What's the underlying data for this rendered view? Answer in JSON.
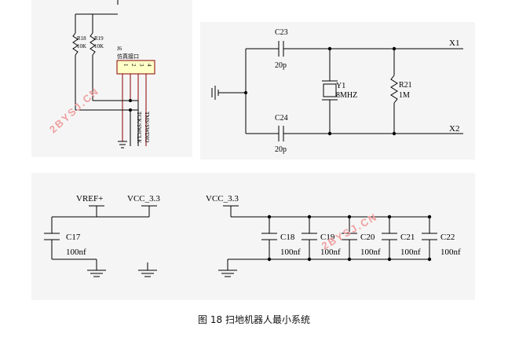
{
  "caption": "图 18 扫地机器人最小系统",
  "watermark": "2BYSJ.CN",
  "crystal_circuit": {
    "net_x1": "X1",
    "net_x2": "X2",
    "c23": {
      "ref": "C23",
      "value": "20p"
    },
    "c24": {
      "ref": "C24",
      "value": "20p"
    },
    "y1": {
      "ref": "Y1",
      "value": "8MHZ"
    },
    "r21": {
      "ref": "R21",
      "value": "1M"
    }
  },
  "debug_header": {
    "r18": {
      "ref": "R18",
      "value": "10K"
    },
    "r19": {
      "ref": "R19",
      "value": "10K"
    },
    "j6": {
      "ref": "J6",
      "label": "仿真接口"
    },
    "pins": [
      "1",
      "2",
      "3",
      "4"
    ],
    "net_tck": "TCK/SWCLK",
    "net_tms": "TMS/SWDIO"
  },
  "vref_circuit": {
    "net_vref": "VREF+",
    "net_vcc": "VCC_3.3",
    "c17": {
      "ref": "C17",
      "value": "100nf"
    }
  },
  "decoupling": {
    "net_vcc": "VCC_3.3",
    "caps": [
      {
        "ref": "C18",
        "value": "100nf"
      },
      {
        "ref": "C19",
        "value": "100nf"
      },
      {
        "ref": "C20",
        "value": "100nf"
      },
      {
        "ref": "C21",
        "value": "100nf"
      },
      {
        "ref": "C22",
        "value": "100nf"
      }
    ]
  }
}
